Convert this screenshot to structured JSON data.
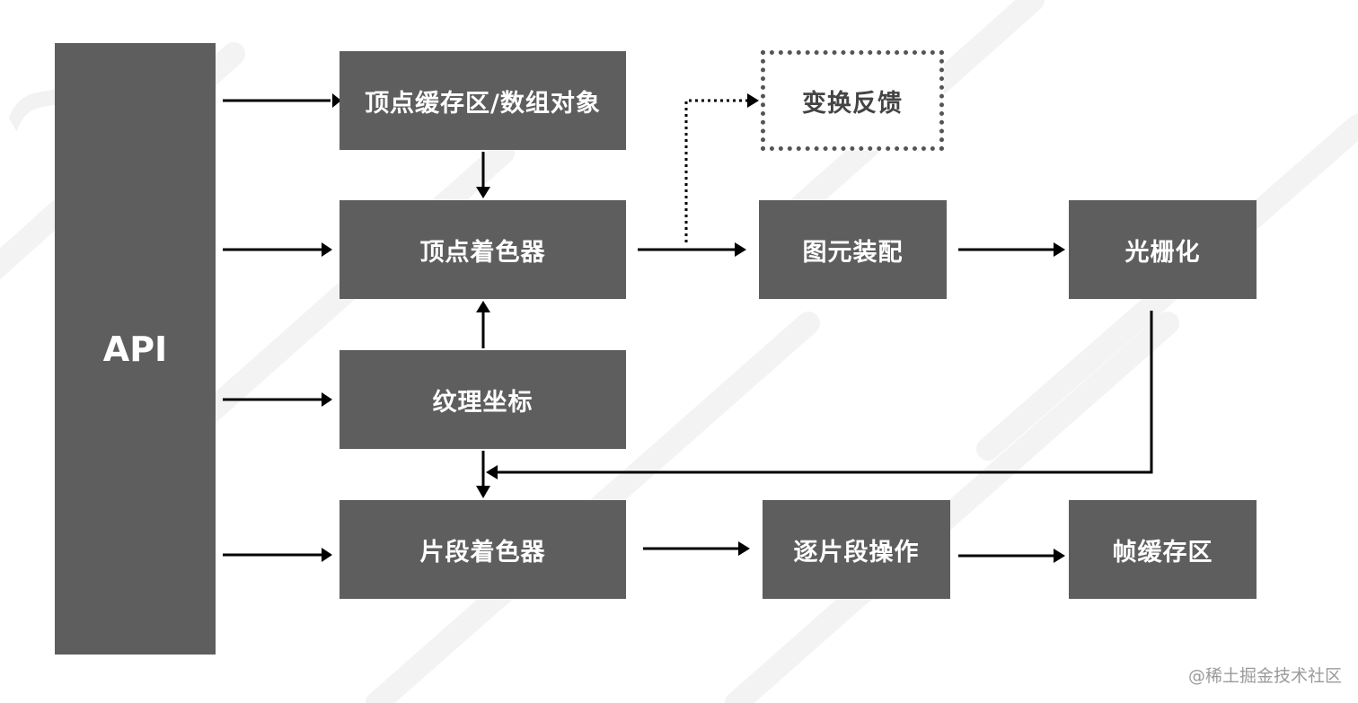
{
  "diagram": {
    "api": "API",
    "vertex_buffer": "顶点缓存区/数组对象",
    "transform_feedback": "变换反馈",
    "vertex_shader": "顶点着色器",
    "primitive_assembly": "图元装配",
    "rasterization": "光栅化",
    "texture_coords": "纹理坐标",
    "fragment_shader": "片段着色器",
    "per_fragment_ops": "逐片段操作",
    "frame_buffer": "帧缓存区"
  },
  "credit": "@稀土掘金技术社区",
  "colors": {
    "box_fill": "#5e5e5e",
    "box_text": "#ffffff",
    "arrow": "#000000",
    "dotted_border": "#555555"
  }
}
